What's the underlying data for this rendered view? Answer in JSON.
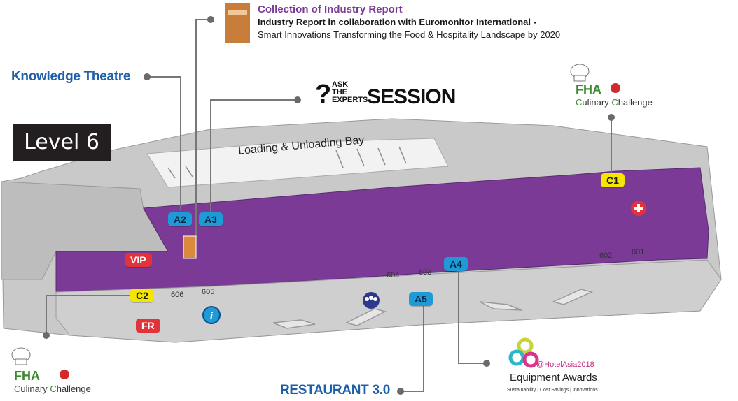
{
  "level_label": "Level 6",
  "loading_bay": "Loading & Unloading Bay",
  "report": {
    "title": "Collection of Industry Report",
    "subtitle": "Industry Report in collaboration with Euromonitor International -",
    "description": "Smart Innovations Transforming the Food & Hospitality Landscape by 2020"
  },
  "knowledge_theatre": "Knowledge Theatre",
  "ask_experts": {
    "q": "?",
    "line1": "ASK",
    "line2": "THE",
    "line3": "EXPERTS",
    "session": "SESSION"
  },
  "restaurant": "RESTAURANT 3.0",
  "fha": {
    "brand": "FHA",
    "c1": "C",
    "rest1": "ulinary ",
    "c2": "C",
    "rest2": "hallenge"
  },
  "awards": {
    "handle": "@HotelAsia2018",
    "name": "Equipment Awards",
    "tagline": "Sustainability | Cost Savings | Innovations"
  },
  "zones": {
    "A2": "A2",
    "A3": "A3",
    "A4": "A4",
    "A5": "A5",
    "C1": "C1",
    "C2": "C2",
    "VIP": "VIP",
    "FR": "FR"
  },
  "rooms": {
    "r601": "601",
    "r602": "602",
    "r603": "603",
    "r604": "604",
    "r605": "605",
    "r606": "606"
  },
  "colors": {
    "hall": "#7a3a96",
    "floor": "#c8c8c8",
    "accent_blue": "#1e9ad6",
    "yellow": "#f5e600",
    "red": "#e2333b"
  }
}
